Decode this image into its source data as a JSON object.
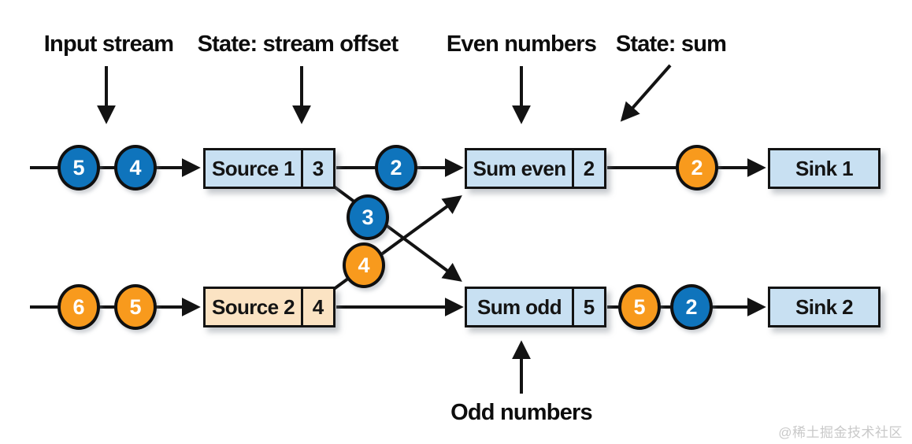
{
  "annotations": {
    "input_stream": "Input stream",
    "state_stream_offset": "State: stream offset",
    "even_numbers": "Even numbers",
    "state_sum": "State: sum",
    "odd_numbers": "Odd numbers"
  },
  "nodes": {
    "source1": {
      "label": "Source 1",
      "state": "3"
    },
    "sum_even": {
      "label": "Sum even",
      "state": "2"
    },
    "sink1": {
      "label": "Sink 1"
    },
    "source2": {
      "label": "Source 2",
      "state": "4"
    },
    "sum_odd": {
      "label": "Sum odd",
      "state": "5"
    },
    "sink2": {
      "label": "Sink 2"
    }
  },
  "tokens": {
    "top_input": [
      {
        "value": "5",
        "color": "#0F74BC"
      },
      {
        "value": "4",
        "color": "#0F74BC"
      }
    ],
    "top_mid": {
      "value": "2",
      "color": "#0F74BC"
    },
    "top_out": {
      "value": "2",
      "color": "#F89A1D"
    },
    "cross_to_odd": {
      "value": "3",
      "color": "#0F74BC"
    },
    "cross_to_even": {
      "value": "4",
      "color": "#F89A1D"
    },
    "bottom_input": [
      {
        "value": "6",
        "color": "#F89A1D"
      },
      {
        "value": "5",
        "color": "#F89A1D"
      }
    ],
    "bottom_out": [
      {
        "value": "5",
        "color": "#F89A1D"
      },
      {
        "value": "2",
        "color": "#0F74BC"
      }
    ]
  },
  "colors": {
    "token_blue": "#0F74BC",
    "token_orange": "#F89A1D",
    "node_blue_fill": "#C8E0F2",
    "node_peach_fill": "#FBE3C3",
    "line_black": "#131313"
  },
  "watermark": "@稀土掘金技术社区"
}
